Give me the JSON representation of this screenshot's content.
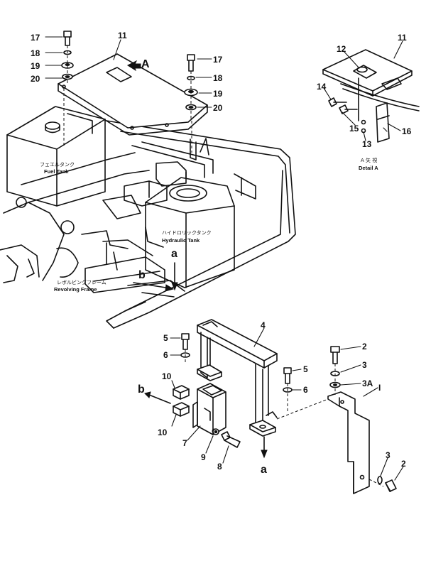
{
  "callouts": [
    {
      "id": "c17a",
      "text": "17"
    },
    {
      "id": "c18a",
      "text": "18"
    },
    {
      "id": "c19a",
      "text": "19"
    },
    {
      "id": "c20a",
      "text": "20"
    },
    {
      "id": "c11a",
      "text": "11"
    },
    {
      "id": "c17b",
      "text": "17"
    },
    {
      "id": "c18b",
      "text": "18"
    },
    {
      "id": "c19b",
      "text": "19"
    },
    {
      "id": "c20b",
      "text": "20"
    },
    {
      "id": "c12",
      "text": "12"
    },
    {
      "id": "c11b",
      "text": "11"
    },
    {
      "id": "c14",
      "text": "14"
    },
    {
      "id": "c15",
      "text": "15"
    },
    {
      "id": "c13",
      "text": "13"
    },
    {
      "id": "c16",
      "text": "16"
    },
    {
      "id": "c4",
      "text": "4"
    },
    {
      "id": "c5a",
      "text": "5"
    },
    {
      "id": "c6a",
      "text": "6"
    },
    {
      "id": "c10a",
      "text": "10"
    },
    {
      "id": "c10b",
      "text": "10"
    },
    {
      "id": "c7",
      "text": "7"
    },
    {
      "id": "c9",
      "text": "9"
    },
    {
      "id": "c8",
      "text": "8"
    },
    {
      "id": "c5b",
      "text": "5"
    },
    {
      "id": "c6b",
      "text": "6"
    },
    {
      "id": "c2a",
      "text": "2"
    },
    {
      "id": "c3a",
      "text": "3"
    },
    {
      "id": "c3A",
      "text": "3A"
    },
    {
      "id": "cI",
      "text": "I"
    },
    {
      "id": "c3b",
      "text": "3"
    },
    {
      "id": "c2b",
      "text": "2"
    }
  ],
  "view_arrow_label": "A",
  "detail": {
    "jp": "A 矢 視",
    "en": "Detail A"
  },
  "fuel_tank": {
    "jp": "フェエルタンク",
    "en": "Fuel Tank"
  },
  "hydraulic_tank": {
    "jp": "ハイドロリックタンク",
    "en": "Hydraulic Tank"
  },
  "revolving_frame": {
    "jp": "レボルビングフレーム",
    "en": "Revolving Frame"
  },
  "ref_a_top": "a",
  "ref_b_top": "b",
  "ref_b_bottom": "b",
  "ref_a_bottom": "a"
}
